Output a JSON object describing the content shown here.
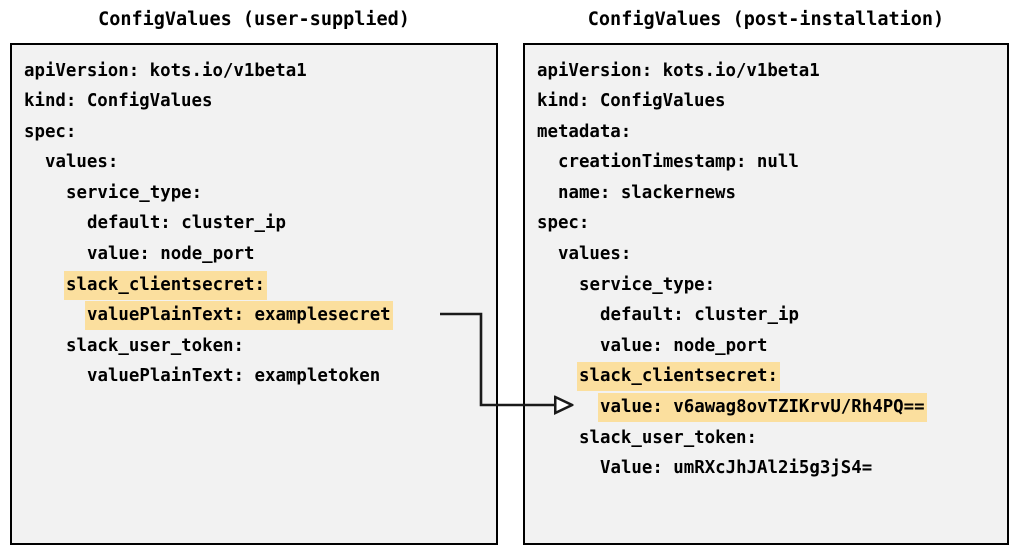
{
  "diagram": {
    "type": "two-panel-yaml-comparison",
    "highlight_color": "#FBDF9E",
    "panel_background": "#F2F2F2",
    "border_color": "#000000",
    "text_color": "#000000",
    "connector": {
      "name": "value-mapping-arrow",
      "from_label": "valuePlainText: examplesecret",
      "to_label": "value: v6awag8ovTZIKrvU/Rh4PQ==",
      "arrowhead": "open-triangle-right"
    }
  },
  "left_panel": {
    "title": "ConfigValues (user-supplied)",
    "lines": [
      {
        "text": "apiVersion: kots.io/v1beta1",
        "indent": 0,
        "highlight": false
      },
      {
        "text": "kind: ConfigValues",
        "indent": 0,
        "highlight": false
      },
      {
        "text": "spec:",
        "indent": 0,
        "highlight": false
      },
      {
        "text": "values:",
        "indent": 1,
        "highlight": false
      },
      {
        "text": "service_type:",
        "indent": 2,
        "highlight": false
      },
      {
        "text": "default: cluster_ip",
        "indent": 3,
        "highlight": false
      },
      {
        "text": "value: node_port",
        "indent": 3,
        "highlight": false
      },
      {
        "text": "slack_clientsecret:",
        "indent": 2,
        "highlight": true
      },
      {
        "text": "valuePlainText: examplesecret",
        "indent": 3,
        "highlight": true
      },
      {
        "text": "slack_user_token:",
        "indent": 2,
        "highlight": false
      },
      {
        "text": "valuePlainText: exampletoken",
        "indent": 3,
        "highlight": false
      }
    ]
  },
  "right_panel": {
    "title": "ConfigValues (post-installation)",
    "lines": [
      {
        "text": "apiVersion: kots.io/v1beta1",
        "indent": 0,
        "highlight": false
      },
      {
        "text": "kind: ConfigValues",
        "indent": 0,
        "highlight": false
      },
      {
        "text": "metadata:",
        "indent": 0,
        "highlight": false
      },
      {
        "text": "creationTimestamp: null",
        "indent": 1,
        "highlight": false
      },
      {
        "text": "name: slackernews",
        "indent": 1,
        "highlight": false
      },
      {
        "text": "spec:",
        "indent": 0,
        "highlight": false
      },
      {
        "text": "values:",
        "indent": 1,
        "highlight": false
      },
      {
        "text": "service_type:",
        "indent": 2,
        "highlight": false
      },
      {
        "text": "default: cluster_ip",
        "indent": 3,
        "highlight": false
      },
      {
        "text": "value: node_port",
        "indent": 3,
        "highlight": false
      },
      {
        "text": "slack_clientsecret:",
        "indent": 2,
        "highlight": true
      },
      {
        "text": "value: v6awag8ovTZIKrvU/Rh4PQ==",
        "indent": 3,
        "highlight": true
      },
      {
        "text": "slack_user_token:",
        "indent": 2,
        "highlight": false
      },
      {
        "text": "Value: umRXcJhJAl2i5g3jS4=",
        "indent": 3,
        "highlight": false
      }
    ]
  }
}
